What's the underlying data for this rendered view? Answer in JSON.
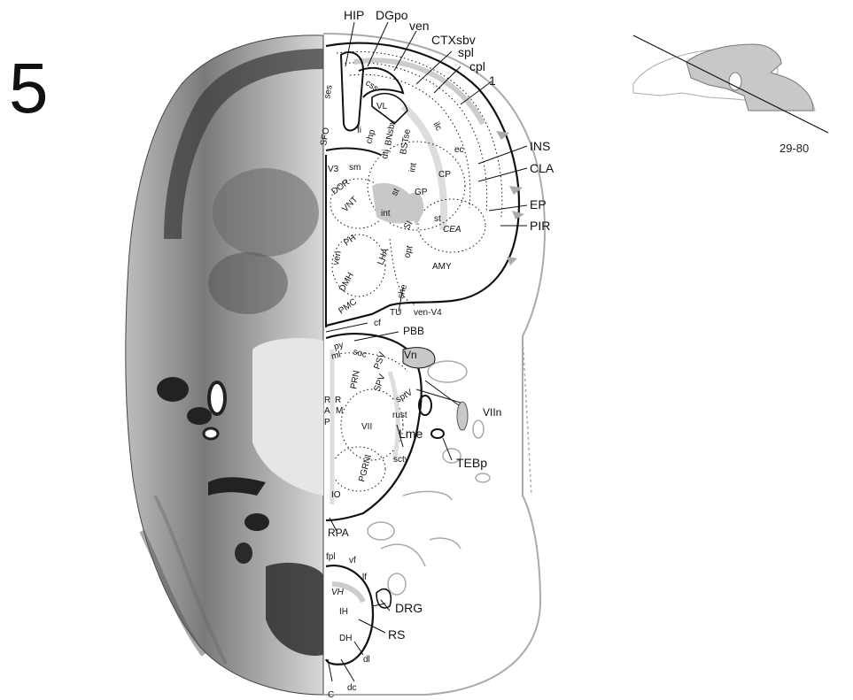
{
  "plate": {
    "number": "5",
    "section_code": "29-80"
  },
  "labels_right": {
    "HIP": "HIP",
    "DGpo": "DGpo",
    "ven": "ven",
    "CTXsbv": "CTXsbv",
    "spl": "spl",
    "cpl": "cpl",
    "one": "1",
    "INS": "INS",
    "CLA": "CLA",
    "EP": "EP",
    "PIR": "PIR"
  },
  "labels_forebrain": {
    "ses": "ses",
    "SFO": "SFO",
    "fi": "fi",
    "css": "css",
    "VL": "VL",
    "chp": "chp",
    "BNsbv": "BNsbv",
    "ec": "ec",
    "dtj": "dtj",
    "BSTse": "BSTse",
    "int": "int",
    "CP": "CP",
    "V3": "V3",
    "sm": "sm",
    "DOR": "DOR",
    "st": "st",
    "GP": "GP",
    "VNT": "VNT",
    "int2": "int",
    "SI": "SI",
    "st2": "st",
    "CEA": "CEA",
    "PH": "PH",
    "LHA": "LHA",
    "opt": "opt",
    "AMY": "AMY",
    "ven2": "ven",
    "DMH": "DMH",
    "she": "she",
    "PMC": "PMC",
    "TU": "TU",
    "venV4": "ven-V4",
    "ilc": "ilc",
    "cf": "cf"
  },
  "labels_hindbrain": {
    "PBB": "PBB",
    "py": "py",
    "ml": "ml",
    "soc": "soc",
    "PSV": "PSV",
    "Vn": "Vn",
    "PRN": "PRN",
    "SPV": "SPV",
    "R": "R",
    "M": "M",
    "A": "A",
    "P": "P",
    "R2": "R",
    "sptV": "sptV",
    "rust": "rust",
    "VIIn": "VIIn",
    "VII": "VII",
    "Lme": "Lme",
    "PGRNl": "PGRNl",
    "sctv": "sctv",
    "TEBp": "TEBp",
    "IO": "IO",
    "RPA": "RPA"
  },
  "labels_spinal": {
    "fpl": "fpl",
    "vf": "vf",
    "VH": "VH",
    "lf": "lf",
    "DRG": "DRG",
    "IH": "IH",
    "RS": "RS",
    "DH": "DH",
    "dl": "dl",
    "dc": "dc",
    "C": "C"
  },
  "colors": {
    "line": "#111111",
    "outline_grey": "#aaaaaa",
    "fill_grey": "#c8c8c8",
    "tissue_dark": "#3a3a3a"
  }
}
